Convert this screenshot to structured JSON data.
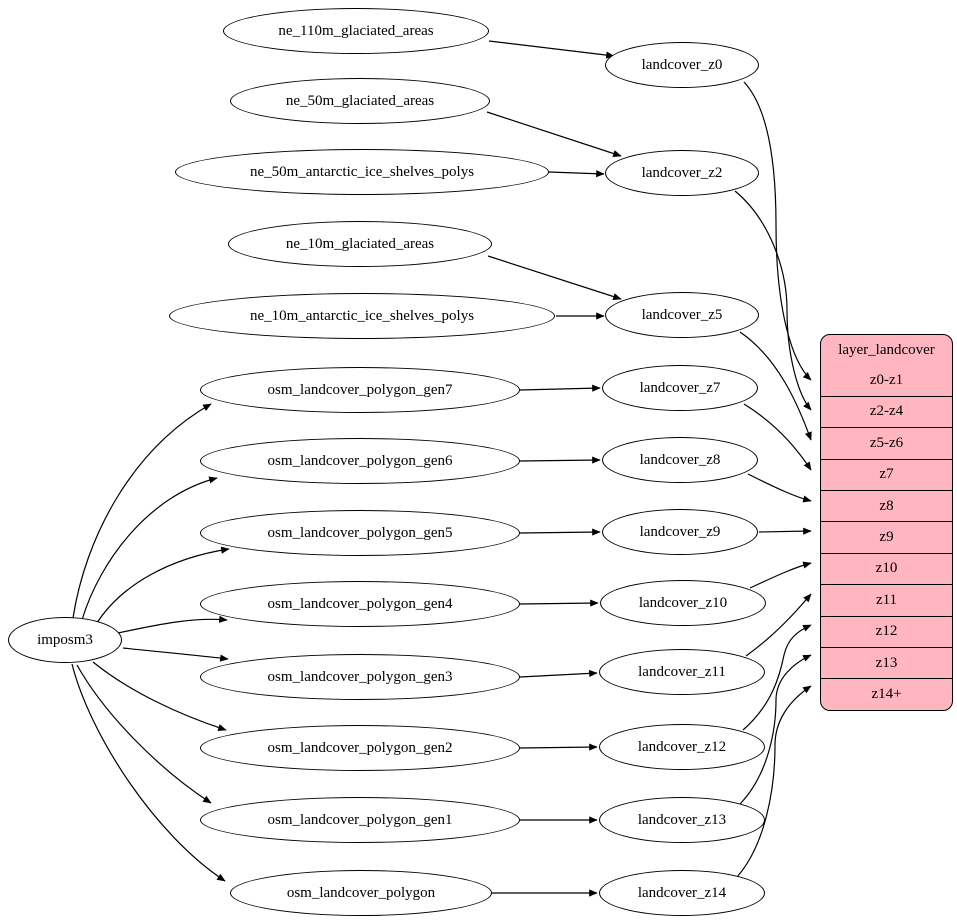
{
  "diagram": {
    "colors": {
      "background": "#ffffff",
      "node_fill": "#ffffff",
      "node_stroke": "#000000",
      "edge_stroke": "#000000",
      "table_fill": "#ffb6c1"
    },
    "nodes": [
      {
        "id": "imposm3",
        "label": "imposm3"
      },
      {
        "id": "ne_110m_glaciated_areas",
        "label": "ne_110m_glaciated_areas"
      },
      {
        "id": "ne_50m_glaciated_areas",
        "label": "ne_50m_glaciated_areas"
      },
      {
        "id": "ne_50m_antarctic_ice_shelves_polys",
        "label": "ne_50m_antarctic_ice_shelves_polys"
      },
      {
        "id": "ne_10m_glaciated_areas",
        "label": "ne_10m_glaciated_areas"
      },
      {
        "id": "ne_10m_antarctic_ice_shelves_polys",
        "label": "ne_10m_antarctic_ice_shelves_polys"
      },
      {
        "id": "osm_landcover_polygon_gen7",
        "label": "osm_landcover_polygon_gen7"
      },
      {
        "id": "osm_landcover_polygon_gen6",
        "label": "osm_landcover_polygon_gen6"
      },
      {
        "id": "osm_landcover_polygon_gen5",
        "label": "osm_landcover_polygon_gen5"
      },
      {
        "id": "osm_landcover_polygon_gen4",
        "label": "osm_landcover_polygon_gen4"
      },
      {
        "id": "osm_landcover_polygon_gen3",
        "label": "osm_landcover_polygon_gen3"
      },
      {
        "id": "osm_landcover_polygon_gen2",
        "label": "osm_landcover_polygon_gen2"
      },
      {
        "id": "osm_landcover_polygon_gen1",
        "label": "osm_landcover_polygon_gen1"
      },
      {
        "id": "osm_landcover_polygon",
        "label": "osm_landcover_polygon"
      },
      {
        "id": "landcover_z0",
        "label": "landcover_z0"
      },
      {
        "id": "landcover_z2",
        "label": "landcover_z2"
      },
      {
        "id": "landcover_z5",
        "label": "landcover_z5"
      },
      {
        "id": "landcover_z7",
        "label": "landcover_z7"
      },
      {
        "id": "landcover_z8",
        "label": "landcover_z8"
      },
      {
        "id": "landcover_z9",
        "label": "landcover_z9"
      },
      {
        "id": "landcover_z10",
        "label": "landcover_z10"
      },
      {
        "id": "landcover_z11",
        "label": "landcover_z11"
      },
      {
        "id": "landcover_z12",
        "label": "landcover_z12"
      },
      {
        "id": "landcover_z13",
        "label": "landcover_z13"
      },
      {
        "id": "landcover_z14",
        "label": "landcover_z14"
      }
    ],
    "table": {
      "title": "layer_landcover",
      "rows": [
        "z0-z1",
        "z2-z4",
        "z5-z6",
        "z7",
        "z8",
        "z9",
        "z10",
        "z11",
        "z12",
        "z13",
        "z14+"
      ]
    },
    "edges": [
      {
        "from": "ne_110m_glaciated_areas",
        "to": "landcover_z0"
      },
      {
        "from": "ne_50m_glaciated_areas",
        "to": "landcover_z2"
      },
      {
        "from": "ne_50m_antarctic_ice_shelves_polys",
        "to": "landcover_z2"
      },
      {
        "from": "ne_10m_glaciated_areas",
        "to": "landcover_z5"
      },
      {
        "from": "ne_10m_antarctic_ice_shelves_polys",
        "to": "landcover_z5"
      },
      {
        "from": "imposm3",
        "to": "osm_landcover_polygon_gen7"
      },
      {
        "from": "imposm3",
        "to": "osm_landcover_polygon_gen6"
      },
      {
        "from": "imposm3",
        "to": "osm_landcover_polygon_gen5"
      },
      {
        "from": "imposm3",
        "to": "osm_landcover_polygon_gen4"
      },
      {
        "from": "imposm3",
        "to": "osm_landcover_polygon_gen3"
      },
      {
        "from": "imposm3",
        "to": "osm_landcover_polygon_gen2"
      },
      {
        "from": "imposm3",
        "to": "osm_landcover_polygon_gen1"
      },
      {
        "from": "imposm3",
        "to": "osm_landcover_polygon"
      },
      {
        "from": "osm_landcover_polygon_gen7",
        "to": "landcover_z7"
      },
      {
        "from": "osm_landcover_polygon_gen6",
        "to": "landcover_z8"
      },
      {
        "from": "osm_landcover_polygon_gen5",
        "to": "landcover_z9"
      },
      {
        "from": "osm_landcover_polygon_gen4",
        "to": "landcover_z10"
      },
      {
        "from": "osm_landcover_polygon_gen3",
        "to": "landcover_z11"
      },
      {
        "from": "osm_landcover_polygon_gen2",
        "to": "landcover_z12"
      },
      {
        "from": "osm_landcover_polygon_gen1",
        "to": "landcover_z13"
      },
      {
        "from": "osm_landcover_polygon",
        "to": "landcover_z14"
      },
      {
        "from": "landcover_z0",
        "to": "layer_landcover:z0-z1"
      },
      {
        "from": "landcover_z2",
        "to": "layer_landcover:z2-z4"
      },
      {
        "from": "landcover_z5",
        "to": "layer_landcover:z5-z6"
      },
      {
        "from": "landcover_z7",
        "to": "layer_landcover:z7"
      },
      {
        "from": "landcover_z8",
        "to": "layer_landcover:z8"
      },
      {
        "from": "landcover_z9",
        "to": "layer_landcover:z9"
      },
      {
        "from": "landcover_z10",
        "to": "layer_landcover:z10"
      },
      {
        "from": "landcover_z11",
        "to": "layer_landcover:z11"
      },
      {
        "from": "landcover_z12",
        "to": "layer_landcover:z12"
      },
      {
        "from": "landcover_z13",
        "to": "layer_landcover:z13"
      },
      {
        "from": "landcover_z14",
        "to": "layer_landcover:z14+"
      }
    ]
  }
}
